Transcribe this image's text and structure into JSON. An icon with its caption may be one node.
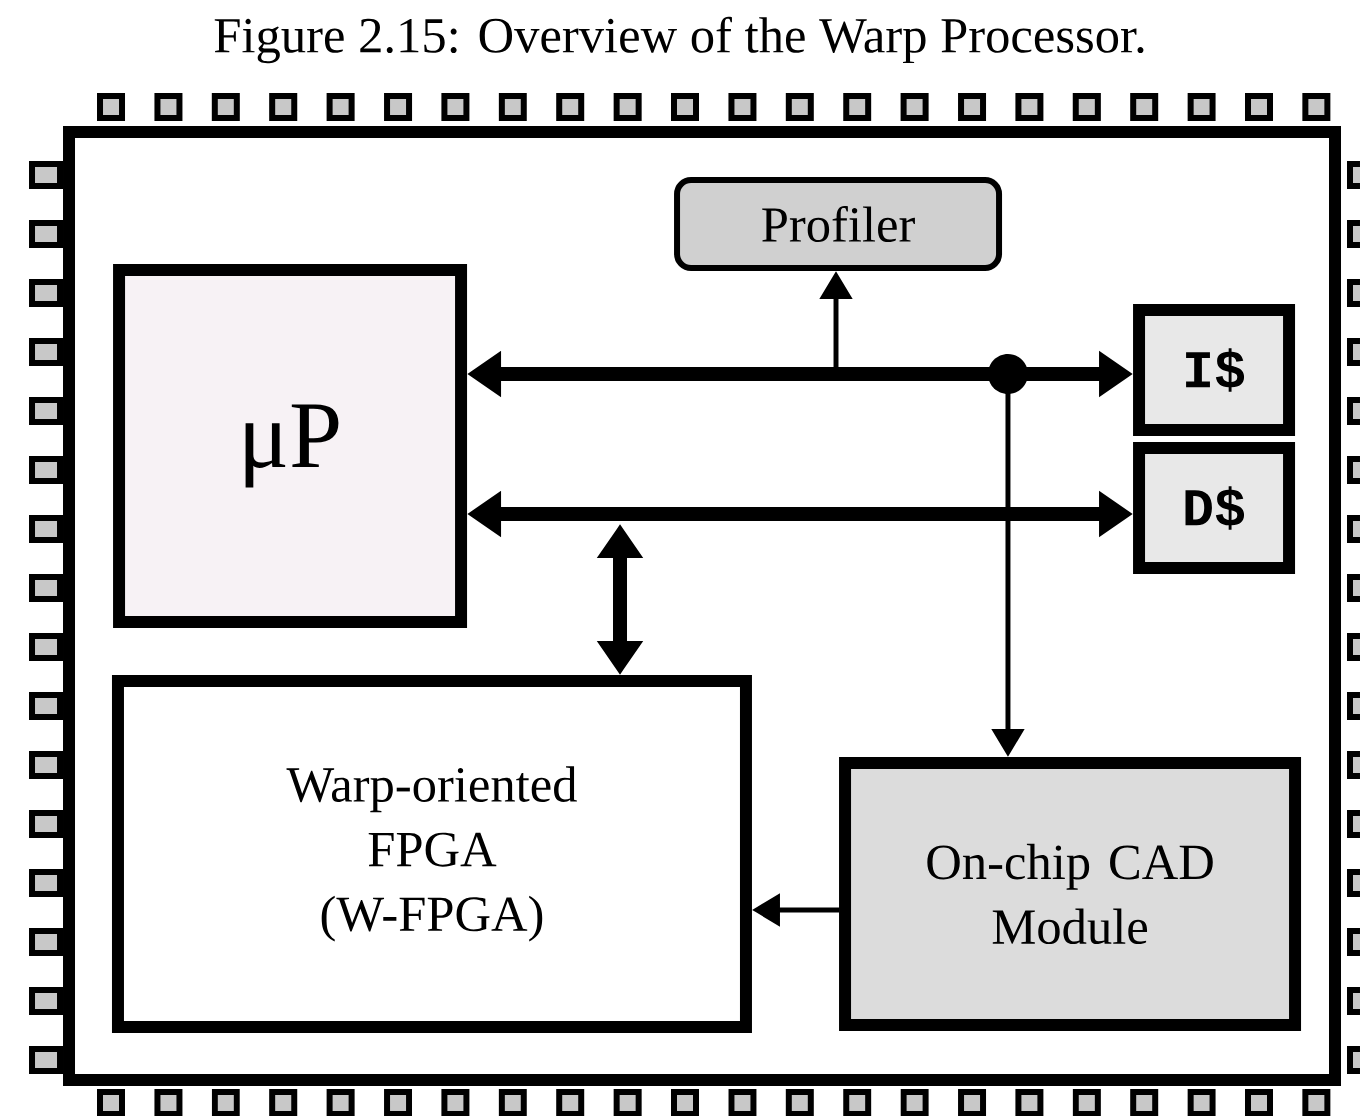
{
  "diagram": {
    "title": "Figure 2.15: Overview of the Warp Processor.",
    "nodes": [
      {
        "text": [],
        "shape": "box"
      },
      {
        "text": [
          "μP"
        ],
        "in": 0
      },
      {
        "text": [
          "Profiler"
        ],
        "in": 0
      },
      {
        "text": [
          "I$"
        ],
        "in": 0
      },
      {
        "text": [
          "D$"
        ],
        "in": 0
      },
      {
        "text": [
          "Warp-oriented FPGA (W-FPGA)"
        ],
        "in": 0
      },
      {
        "text": [
          "On-chip CAD Module"
        ],
        "in": 0
      },
      {
        "text": [],
        "shape": "circle",
        "in": 0
      }
    ],
    "edges": [
      {
        "from": 7,
        "to": 1,
        "arrow": "to"
      },
      {
        "from": 7,
        "to": 3,
        "arrow": "to"
      },
      {
        "from": null,
        "to": 2,
        "arrow": "to"
      },
      {
        "from": 1,
        "to": 4,
        "arrow": "both"
      },
      {
        "from": null,
        "to": 5,
        "arrow": "both"
      },
      {
        "from": 7,
        "to": 6,
        "arrow": "to"
      },
      {
        "from": 6,
        "to": 5,
        "arrow": "to"
      }
    ]
  }
}
